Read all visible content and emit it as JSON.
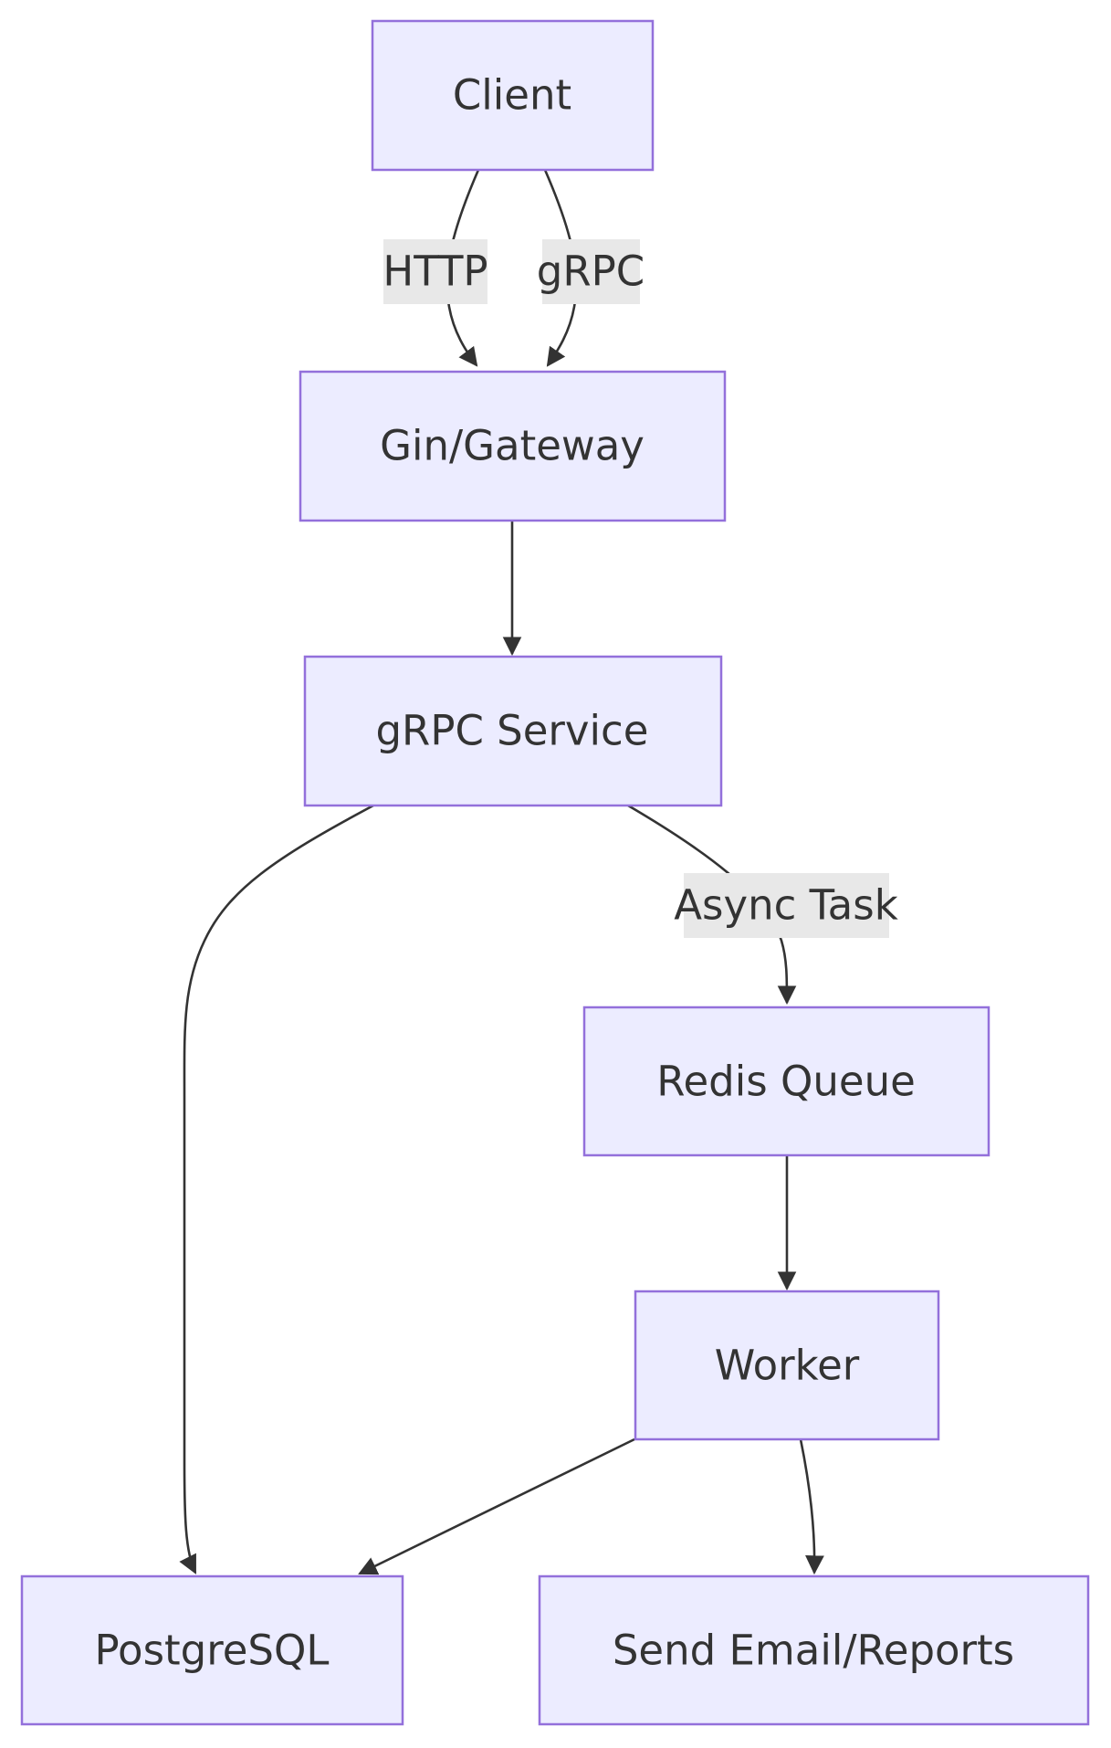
{
  "colors": {
    "node_fill": "#ECECFF",
    "node_stroke": "#9370DB",
    "edge": "#333333",
    "text": "#333333",
    "label_bg": "#E8E8E8"
  },
  "nodes": {
    "client": "Client",
    "gateway": "Gin/Gateway",
    "grpc_service": "gRPC Service",
    "redis_queue": "Redis Queue",
    "worker": "Worker",
    "postgresql": "PostgreSQL",
    "send_email": "Send Email/Reports"
  },
  "edges": [
    {
      "from": "client",
      "to": "gateway",
      "label": "HTTP"
    },
    {
      "from": "client",
      "to": "gateway",
      "label": "gRPC"
    },
    {
      "from": "gateway",
      "to": "grpc_service",
      "label": ""
    },
    {
      "from": "grpc_service",
      "to": "postgresql",
      "label": ""
    },
    {
      "from": "grpc_service",
      "to": "redis_queue",
      "label": "Async Task"
    },
    {
      "from": "redis_queue",
      "to": "worker",
      "label": ""
    },
    {
      "from": "worker",
      "to": "postgresql",
      "label": ""
    },
    {
      "from": "worker",
      "to": "send_email",
      "label": ""
    }
  ],
  "edge_labels": {
    "http": "HTTP",
    "grpc": "gRPC",
    "async_task": "Async Task"
  }
}
